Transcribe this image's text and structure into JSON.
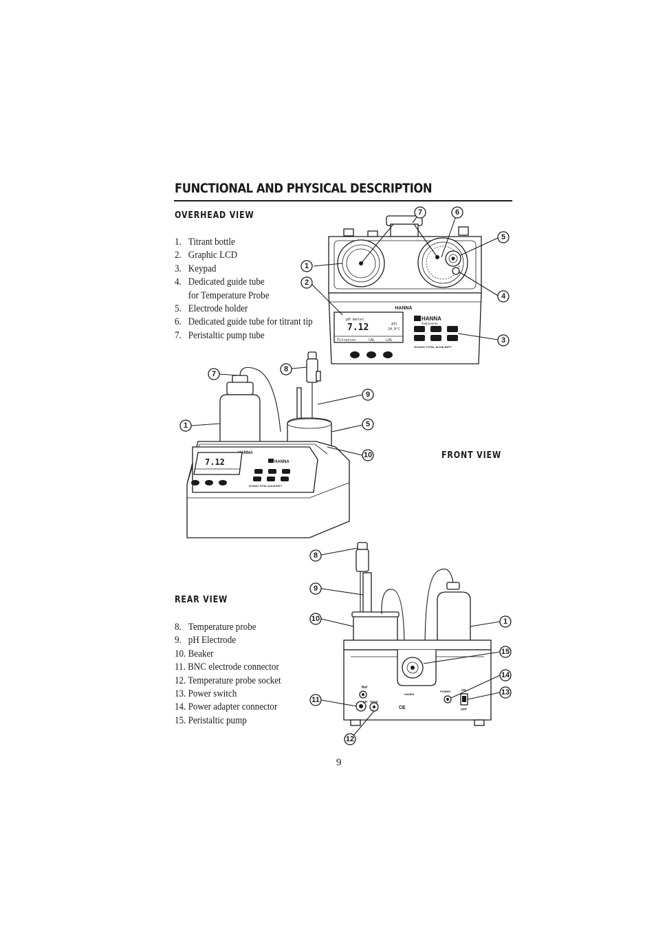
{
  "title": "FUNCTIONAL AND PHYSICAL DESCRIPTION",
  "overhead": {
    "heading": "OVERHEAD VIEW",
    "items": [
      {
        "num": "1.",
        "text": "Titrant bottle"
      },
      {
        "num": "2.",
        "text": "Graphic LCD"
      },
      {
        "num": "3.",
        "text": "Keypad"
      },
      {
        "num": "4.",
        "text": "Dedicated guide tube",
        "cont": "for Temperature Probe"
      },
      {
        "num": "5.",
        "text": "Electrode holder"
      },
      {
        "num": "6.",
        "text": "Dedicated guide tube for titrant tip"
      },
      {
        "num": "7.",
        "text": "Peristaltic pump tube"
      }
    ]
  },
  "front": {
    "heading": "FRONT VIEW"
  },
  "rear": {
    "heading": "REAR VIEW",
    "items": [
      {
        "num": "8.",
        "text": "Temperature probe"
      },
      {
        "num": "9.",
        "text": "pH Electrode"
      },
      {
        "num": "10.",
        "text": "Beaker"
      },
      {
        "num": "11.",
        "text": "BNC electrode connector"
      },
      {
        "num": "12.",
        "text": "Temperature probe socket"
      },
      {
        "num": "13.",
        "text": "Power switch"
      },
      {
        "num": "14.",
        "text": "Power adapter connector"
      },
      {
        "num": "15.",
        "text": "Peristaltic pump"
      }
    ]
  },
  "figure_text": {
    "brand": "HANNA",
    "brand_sub": "instruments",
    "model": "HI 84431 TOTAL ALKALINITY",
    "lcd_mode": "pH meter",
    "lcd_value": "7.12",
    "lcd_unit": "pH",
    "lcd_temp_mode": "ATC",
    "lcd_temp": "24.9°C",
    "lcd_key1": "Titration",
    "lcd_key2": "CAL",
    "lcd_key3": "LOG",
    "rear_ref": "Ref",
    "rear_ph": "pH",
    "rear_temp": "Temp",
    "rear_on": "ON",
    "rear_off": "OFF",
    "rear_power": "POWER",
    "rear_ce": "CE"
  },
  "callouts": {
    "overhead": [
      "7",
      "6",
      "5",
      "1",
      "2",
      "4",
      "3"
    ],
    "front": [
      "7",
      "8",
      "9",
      "1",
      "5",
      "10"
    ],
    "rear": [
      "8",
      "9",
      "10",
      "1",
      "15",
      "14",
      "13",
      "11",
      "12"
    ]
  },
  "page_number": "9"
}
